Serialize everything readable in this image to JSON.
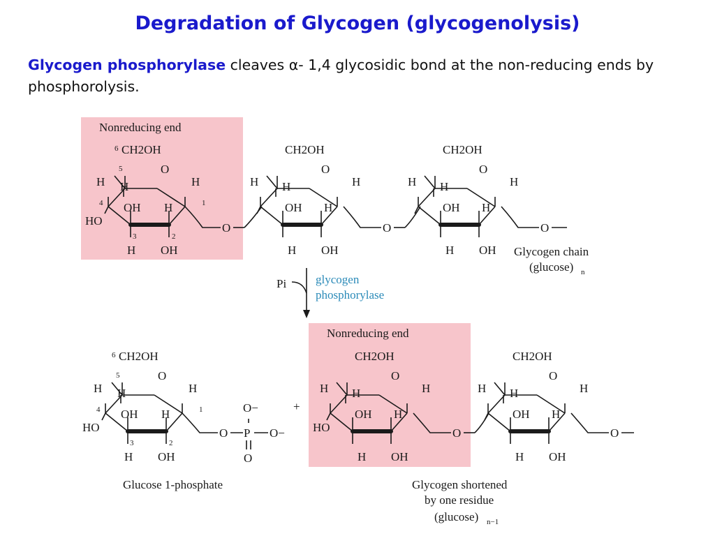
{
  "slide": {
    "title": "Degradation of Glycogen (glycogenolysis)",
    "enzyme": "Glycogen phosphorylase",
    "description": "cleaves α- 1,4 glycosidic bond at the non-reducing ends by phosphorolysis."
  },
  "diagram": {
    "nonreducing_label": "Nonreducing end",
    "ch2oh": "CH2OH",
    "atoms": {
      "o": "O",
      "h": "H",
      "oh": "OH",
      "ho": "HO",
      "link_o": "–O–"
    },
    "carbon_numbers": [
      "6",
      "5",
      "4",
      "3",
      "2",
      "1"
    ],
    "pi": "Pi",
    "enzyme_line1": "glycogen",
    "enzyme_line2": "phosphorylase",
    "chain_label_line1": "Glycogen chain",
    "chain_label_line2": "(glucose)",
    "chain_subscript": "n",
    "plus": "+",
    "phosphate": {
      "o": "O",
      "o_minus": "O−",
      "p": "P"
    },
    "product1": "Glucose 1-phosphate",
    "product2_line1": "Glycogen shortened",
    "product2_line2": "by one residue",
    "product2_line3": "(glucose)",
    "product2_subscript": "n−1"
  },
  "colors": {
    "title": "#1a1acc",
    "highlight_box": "#f7c5cb",
    "enzyme_blue": "#2a8ab8",
    "text": "#1a1a1a"
  }
}
